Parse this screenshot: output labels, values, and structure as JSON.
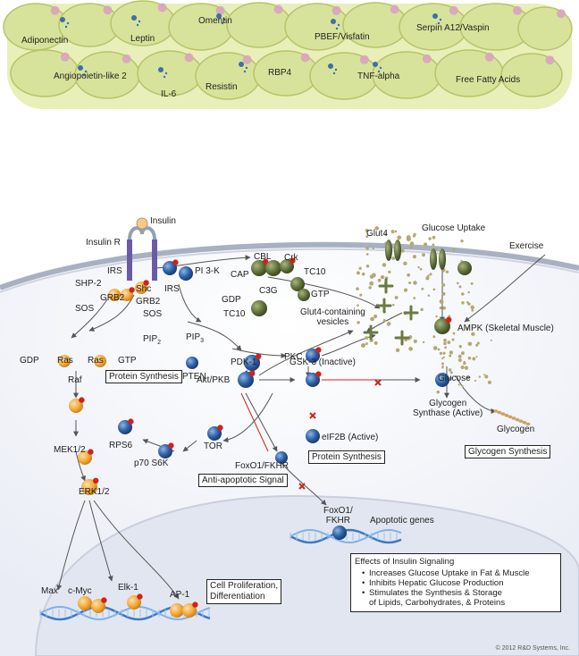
{
  "adipokines": [
    "Adiponectin",
    "Leptin",
    "Omentin",
    "PBEF/Visfatin",
    "Serpin A12/Vaspin",
    "Angiopoietin-like 2",
    "IL-6",
    "Resistin",
    "RBP4",
    "TNF-alpha",
    "Free Fatty Acids"
  ],
  "labels": {
    "insulin": "Insulin",
    "insulin_r": "Insulin R",
    "irs_top": "IRS",
    "shp2": "SHP-2",
    "shc": "Shc",
    "grb2_a": "GRB2",
    "grb2_b": "GRB2",
    "sos_a": "SOS",
    "sos_b": "SOS",
    "irs": "IRS",
    "pi3k": "PI 3-K",
    "cbl": "CBL",
    "cap": "CAP",
    "crk": "Crk",
    "tc10_a": "TC10",
    "c3g": "C3G",
    "gdp_a": "GDP",
    "gtp_a": "GTP",
    "tc10_b": "TC10",
    "glut4": "Glut4",
    "glucose_uptake": "Glucose Uptake",
    "exercise": "Exercise",
    "glut4_vesicles": "Glut4-containing\nvesicles",
    "ampk": "AMPK (Skeletal Muscle)",
    "gdp_ras": "GDP",
    "ras_a": "Ras",
    "ras_b": "Ras",
    "gtp_ras": "GTP",
    "pip2": "PIP",
    "pip2_sub": "2",
    "pip3": "PIP",
    "pip3_sub": "3",
    "pten": "PTEN",
    "pdk1": "PDK-1",
    "pkc": "PKC",
    "glucose": "Glucose",
    "raf": "Raf",
    "protein_synthesis_a": "Protein Synthesis",
    "akt": "Akt/PKB",
    "gsk3": "GSK-3 (Inactive)",
    "glycogen_synthase": "Glycogen\nSynthase (Active)",
    "glycogen": "Glycogen",
    "eif2b": "eIF2B (Active)",
    "mek": "MEK1/2",
    "rps6": "RPS6",
    "tor": "TOR",
    "p70": "p70 S6K",
    "protein_synthesis_b": "Protein Synthesis",
    "glycogen_synthesis": "Glycogen Synthesis",
    "foxo_a": "FoxO1/FKHR",
    "anti_apoptotic": "Anti-apoptotic Signal",
    "erk": "ERK1/2",
    "foxo_b": "FoxO1/\nFKHR",
    "apoptotic_genes": "Apoptotic genes",
    "max": "Max",
    "cmyc": "c-Myc",
    "elk1": "Elk-1",
    "ap1": "AP-1",
    "cell_prolif": "Cell Proliferation,\nDifferentiation"
  },
  "effects": {
    "title": "Effects of Insulin Signaling",
    "items": [
      "Increases Glucose Uptake in Fat & Muscle",
      "Inhibits Hepatic Glucose Production",
      "Stimulates the Synthesis & Storage\nof Lipids, Carbohydrates, & Proteins"
    ]
  },
  "copyright": "© 2012 R&D Systems, Inc.",
  "colors": {
    "adipocyte": "#d7e39a",
    "adipocyte_edge": "#b8c46a",
    "pink": "#d9a3c0",
    "blue_node": "#2f63a8",
    "orange_node": "#f2a93b",
    "green_node": "#5f6e3a",
    "phospho": "#d0221b",
    "cell_bg": "#eef0f7",
    "nucleus_bg": "#e4e7f1",
    "dna": "#3b79c8"
  }
}
